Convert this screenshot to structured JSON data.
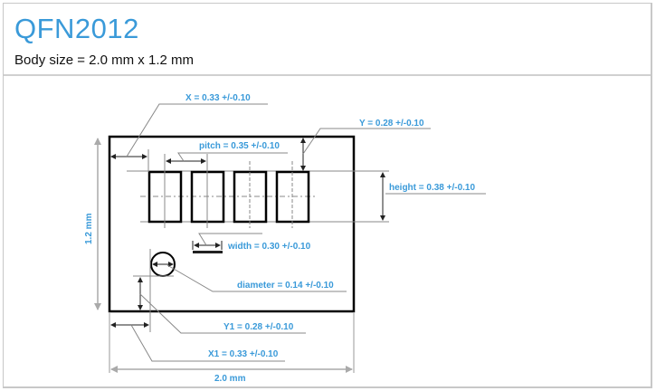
{
  "header": {
    "title": "QFN2012",
    "subtitle": "Body size = 2.0 mm x 1.2 mm"
  },
  "diagram": {
    "labels": {
      "x": "X = 0.33 +/-0.10",
      "pitch": "pitch = 0.35 +/-0.10",
      "y": "Y = 0.28 +/-0.10",
      "height": "height = 0.38 +/-0.10",
      "width": "width = 0.30 +/-0.10",
      "diameter": "diameter = 0.14 +/-0.10",
      "y1": "Y1 = 0.28 +/-0.10",
      "x1": "X1 = 0.33 +/-0.10",
      "body_width": "2.0 mm",
      "body_height": "1.2 mm"
    },
    "pad_count": 4,
    "colors": {
      "label": "#3a9ad9",
      "outline": "#000000",
      "dimension": "#888888"
    }
  }
}
